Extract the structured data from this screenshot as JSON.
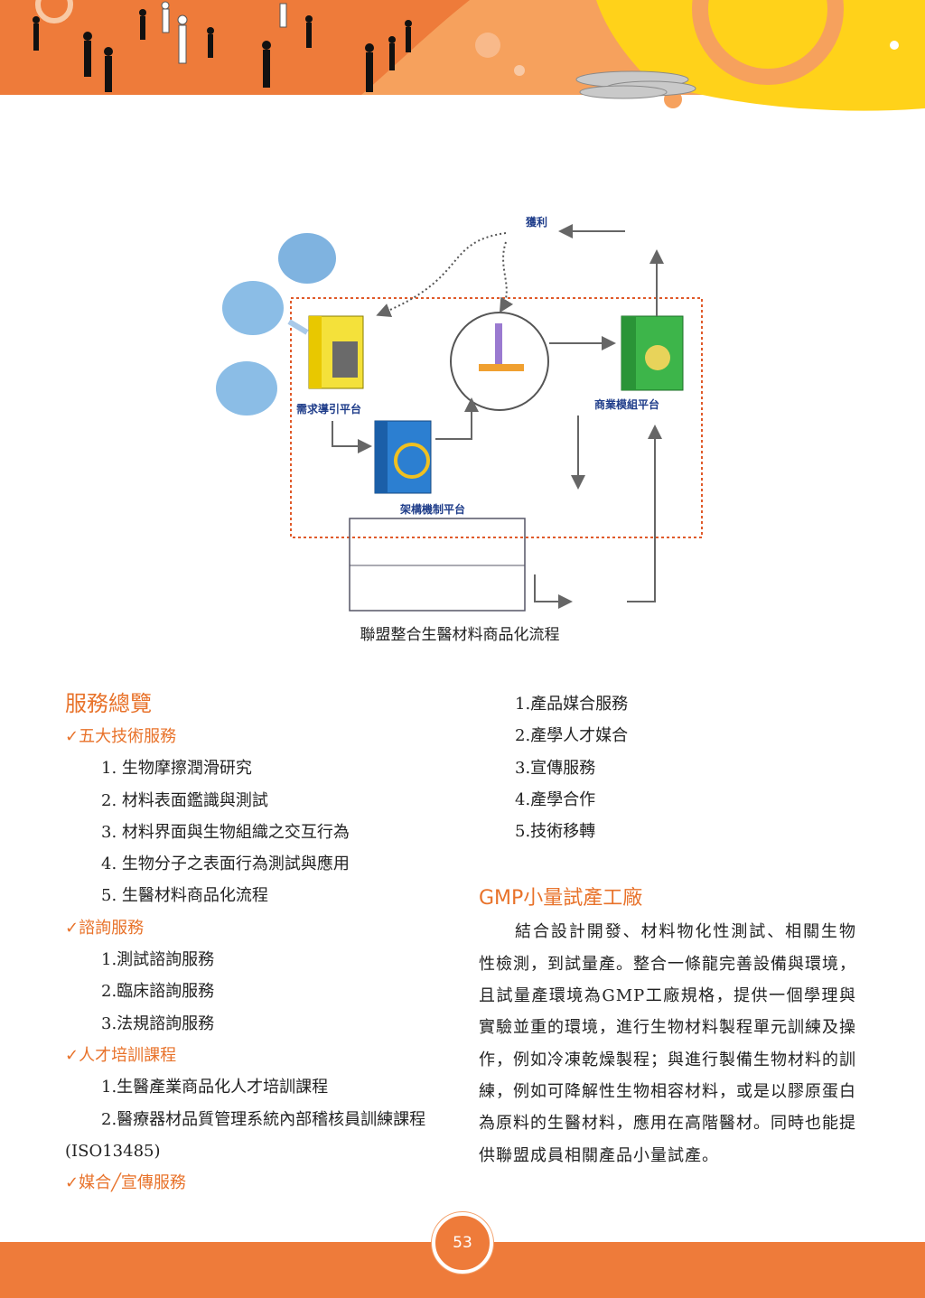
{
  "figure": {
    "caption": "聯盟整合生醫材料商品化流程",
    "labels": {
      "profit": "獲利",
      "demand_platform": "需求導引平台",
      "business_platform": "商業模組平台",
      "bridge_platform": "架構機制平台"
    }
  },
  "left": {
    "title": "服務總覽",
    "sections": [
      {
        "heading": "✓五大技術服務",
        "items": [
          "1. 生物摩擦潤滑研究",
          "2. 材料表面鑑識與測試",
          "3. 材料界面與生物組織之交互行為",
          "4. 生物分子之表面行為測試與應用",
          "5. 生醫材料商品化流程"
        ]
      },
      {
        "heading": "✓諮詢服務",
        "items": [
          "1.測試諮詢服務",
          "2.臨床諮詢服務",
          "3.法規諮詢服務"
        ]
      },
      {
        "heading": "✓人才培訓課程",
        "items": [
          "1.生醫產業商品化人才培訓課程",
          "2.醫療器材品質管理系統內部稽核員訓練課程(ISO13485)"
        ]
      },
      {
        "heading": "✓媒合╱宣傳服務",
        "items": []
      }
    ]
  },
  "right": {
    "items": [
      "1.產品媒合服務",
      "2.產學人才媒合",
      "3.宣傳服務",
      "4.產學合作",
      "5.技術移轉"
    ],
    "gmp_title": "GMP小量試產工廠",
    "gmp_text": "結合設計開發、材料物化性測試、相關生物性檢測，到試量產。整合一條龍完善設備與環境，且試量產環境為GMP工廠規格，提供一個學理與實驗並重的環境，進行生物材料製程單元訓練及操作，例如冷凍乾燥製程；與進行製備生物材料的訓練，例如可降解性生物相容材料，或是以膠原蛋白為原料的生醫材料，應用在高階醫材。同時也能提供聯盟成員相關產品小量試產。"
  },
  "page_number": "53"
}
